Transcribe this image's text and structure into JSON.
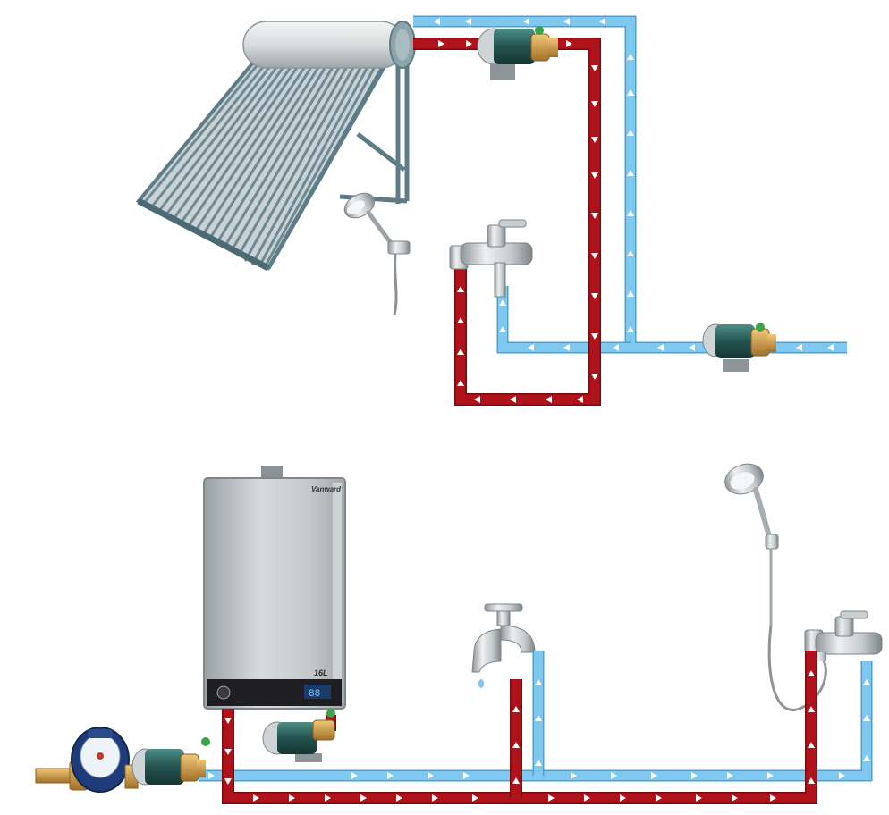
{
  "colors": {
    "hot_pipe": "#b0121b",
    "hot_pipe_edge": "#7a0b10",
    "cold_pipe": "#7fc8ef",
    "cold_pipe_edge": "#4f9fcc",
    "arrow": "#ffffff",
    "metal_light": "#e3e6e8",
    "metal_dark": "#7d8589",
    "brass": "#c8963a",
    "pump_teal": "#2e6b66",
    "collector_frame": "#5e7c86",
    "heater_panel": "#b9bfc2",
    "heater_display": "#1d1d22"
  },
  "icons": {
    "solar_heater": "solar-water-heater-icon",
    "pump": "booster-pump-icon",
    "mixer_tap": "shower-mixer-tap-icon",
    "shower_head": "hand-shower-icon",
    "gas_heater": "gas-water-heater-icon",
    "faucet": "bib-tap-icon",
    "water_meter": "water-meter-icon"
  },
  "gas_heater": {
    "brand": "Vanward",
    "capacity": "16L",
    "display_readout": "88"
  }
}
